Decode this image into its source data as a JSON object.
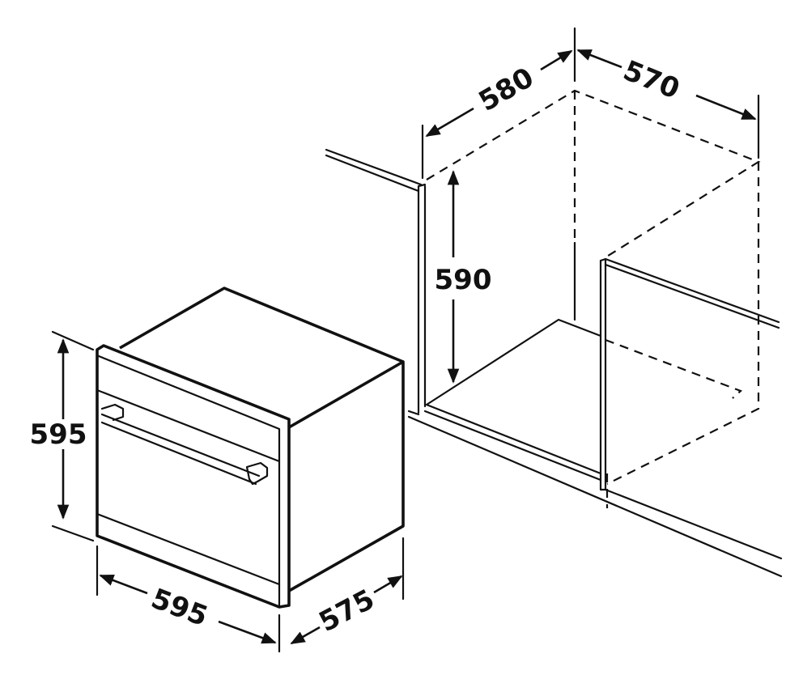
{
  "dimensions": {
    "oven_height": "595",
    "oven_width": "595",
    "oven_depth": "575",
    "niche_height": "590",
    "niche_width": "580",
    "niche_depth": "570"
  }
}
